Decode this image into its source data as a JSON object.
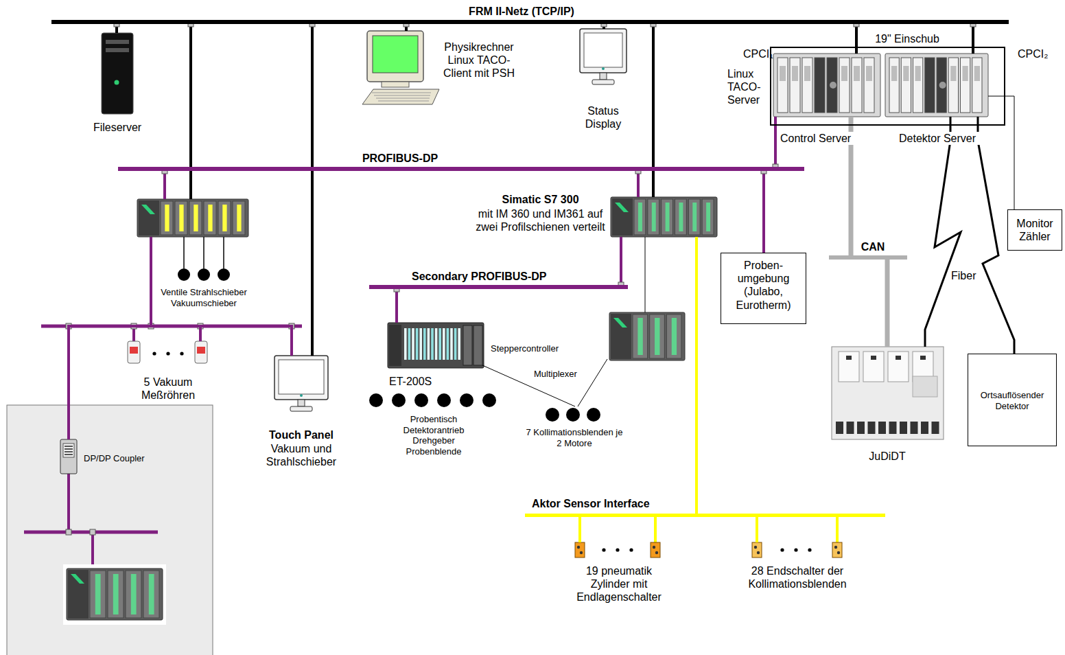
{
  "diagram": {
    "nodes": [
      {
        "text": [
          "FRM II-Netz (TCP/IP)"
        ]
      },
      {
        "text": [
          "Fileserver"
        ]
      },
      {
        "text": [
          "Physikrechner Linux TACO-Client mit PSH"
        ]
      },
      {
        "text": [
          "Status Display"
        ]
      },
      {
        "text": [
          "19\" Einschub"
        ]
      },
      {
        "text": [
          "CPCI₁",
          "Linux TACO- Server",
          "Control Server"
        ],
        "in": 4
      },
      {
        "text": [
          "CPCI₂",
          "Detektor Server"
        ],
        "in": 4
      },
      {
        "text": [
          "PROFIBUS-DP"
        ]
      },
      {
        "text": [
          "Ventile Strahlschieber Vakuumschieber"
        ]
      },
      {
        "text": [
          "Simatic S7 300",
          "mit IM 360 und IM361 auf zwei Profilschienen verteilt"
        ]
      },
      {
        "text": [
          "Secondary PROFIBUS-DP"
        ]
      },
      {
        "text": [
          "Steppercontroller",
          "ET-200S"
        ]
      },
      {
        "text": [
          "Multiplexer"
        ]
      },
      {
        "text": [
          "Proben- umgebung (Julabo, Eurotherm)"
        ]
      },
      {
        "text": [
          "Monitor Zähler"
        ]
      },
      {
        "text": [
          "CAN"
        ]
      },
      {
        "text": [
          "JuDiDT"
        ]
      },
      {
        "text": [
          "Ortsauflösender Detektor"
        ]
      },
      {
        "text": [
          "Touch Panel",
          "Vakuum und Strahlschieber"
        ]
      },
      {
        "text": [
          "5 Vakuum Meßröhren"
        ]
      },
      {
        "text": [
          "DP/DP Coupler"
        ]
      },
      {
        "text": [
          "Aktor Sensor Interface"
        ]
      },
      {
        "text": [
          "19 pneumatik Zylinder mit Endlagenschalter"
        ]
      },
      {
        "text": [
          "28 Endschalter der Kollimationsblenden"
        ]
      }
    ],
    "edges": [
      {
        "from": 1,
        "to": 0,
        "arrow": "none"
      },
      {
        "from": 2,
        "to": 0,
        "arrow": "none"
      },
      {
        "from": 3,
        "to": 0,
        "arrow": "none"
      },
      {
        "from": 5,
        "to": 0,
        "arrow": "none"
      },
      {
        "from": 6,
        "to": 0,
        "arrow": "none"
      },
      {
        "from": 8,
        "to": 0,
        "arrow": "none"
      },
      {
        "from": 8,
        "to": 7,
        "arrow": "none"
      },
      {
        "from": 9,
        "to": 0,
        "arrow": "none"
      },
      {
        "from": 9,
        "to": 7,
        "arrow": "none"
      },
      {
        "from": 13,
        "to": 7,
        "arrow": "none"
      },
      {
        "from": 5,
        "to": 7,
        "arrow": "none"
      },
      {
        "from": 9,
        "to": 10,
        "arrow": "none"
      },
      {
        "from": 9,
        "to": 12,
        "arrow": "none"
      },
      {
        "from": 11,
        "to": 10,
        "arrow": "none"
      },
      {
        "from": 9,
        "to": 21,
        "arrow": "none"
      },
      {
        "from": 5,
        "to": 15,
        "arrow": "none"
      },
      {
        "from": 15,
        "to": 16,
        "arrow": "none"
      },
      {
        "from": 6,
        "to": 16,
        "label": "Fiber",
        "arrow": "none"
      },
      {
        "from": 6,
        "to": 17,
        "arrow": "none"
      },
      {
        "from": 6,
        "to": 14,
        "arrow": "none"
      },
      {
        "from": 8,
        "to": 18,
        "arrow": "none"
      },
      {
        "from": 8,
        "to": 19,
        "arrow": "none"
      },
      {
        "from": 8,
        "to": 20,
        "arrow": "none"
      },
      {
        "from": 18,
        "to": 0,
        "arrow": "none"
      },
      {
        "from": 22,
        "to": 21,
        "arrow": "none"
      },
      {
        "from": 23,
        "to": 21,
        "arrow": "none"
      }
    ],
    "labels": [
      "Probentisch Detektorantrieb Drehgeber Probenblende",
      "7 Kollimationsblenden je 2 Motore"
    ]
  }
}
